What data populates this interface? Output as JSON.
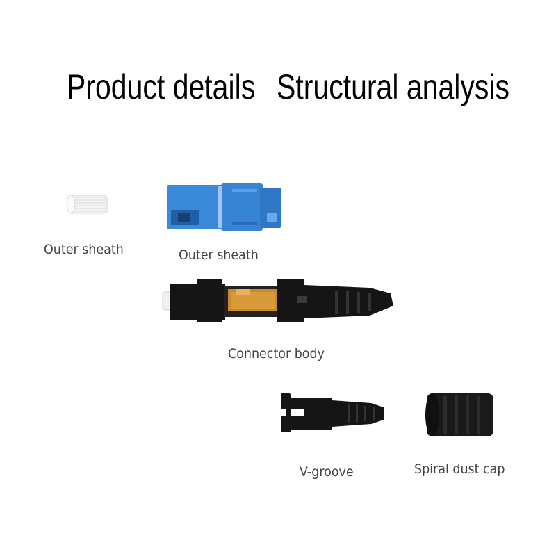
{
  "headings": {
    "left": "Product details",
    "right": "Structural analysis"
  },
  "parts": {
    "tail_sleeve": "Outer sheath",
    "outer_sheath": "Outer sheath",
    "connector_body": "Connector body",
    "v_groove": "V-groove",
    "dust_cap": "Spiral dust cap"
  },
  "colors": {
    "sheath_blue": "#3b8ad9",
    "black_plastic": "#151515",
    "amber_window": "#c98a2e",
    "white_sleeve": "#eeeeee"
  }
}
